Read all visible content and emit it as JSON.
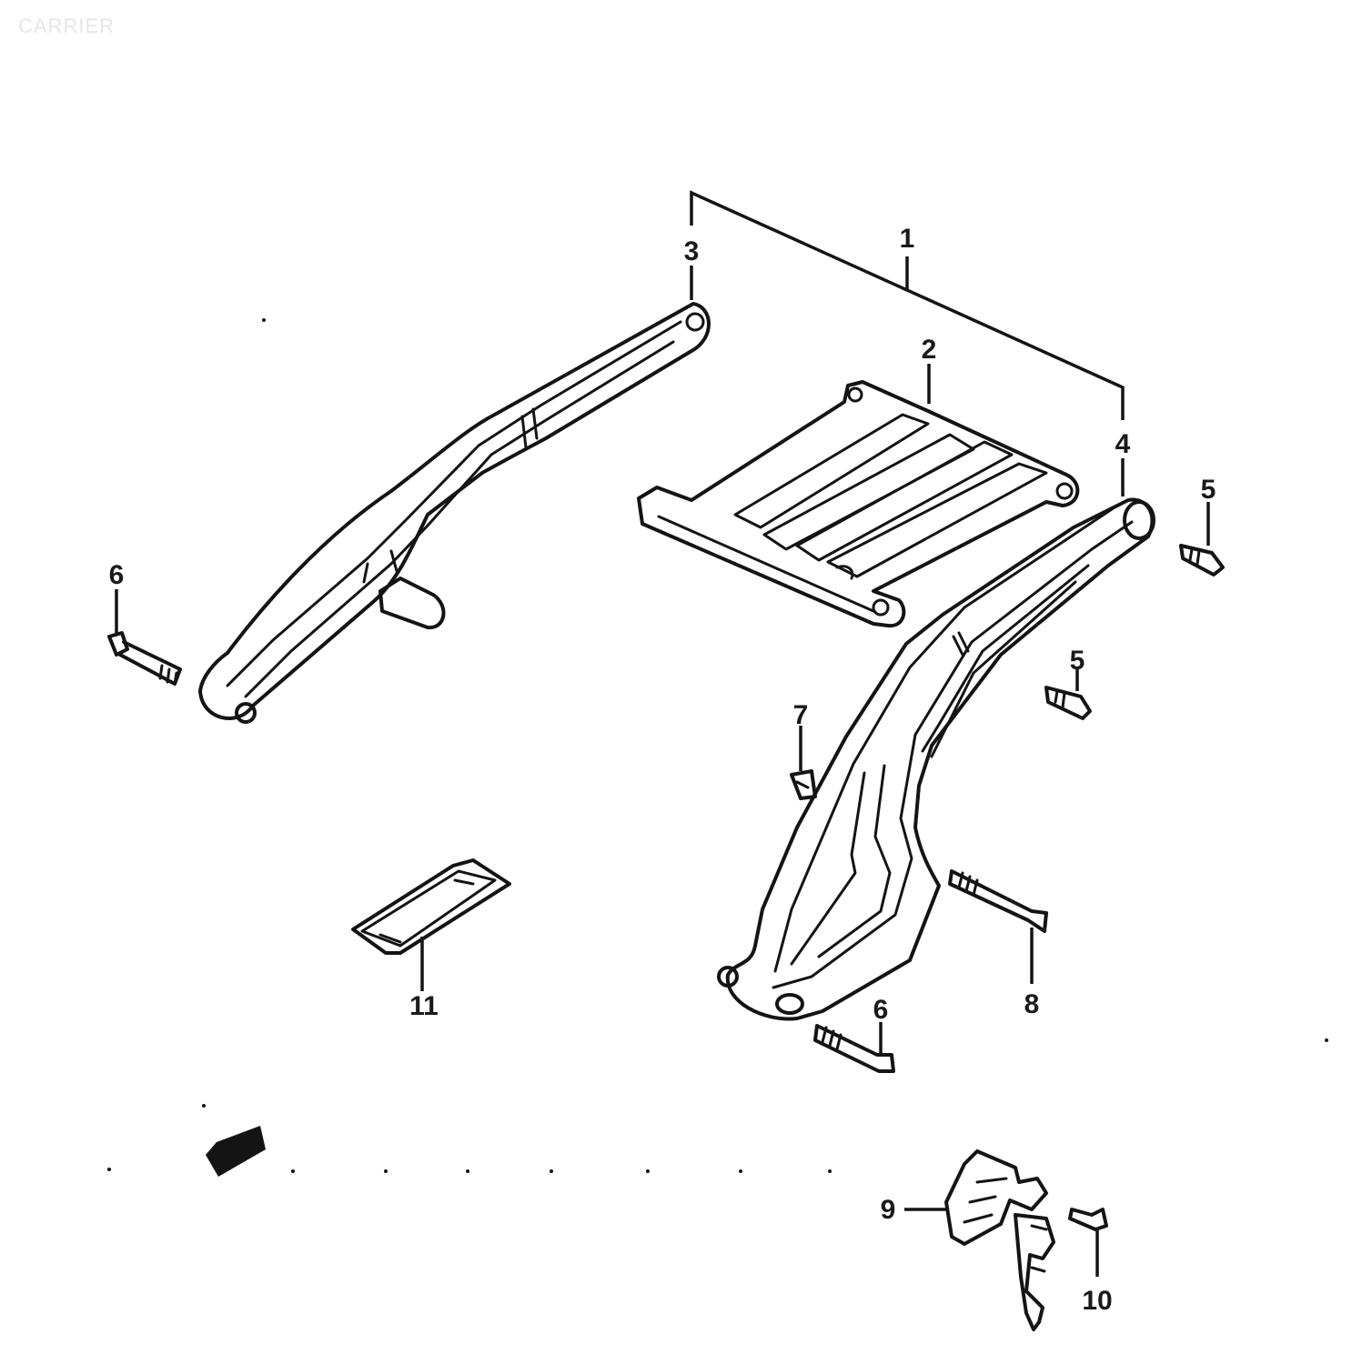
{
  "page_title": "CARRIER",
  "callouts": {
    "c1": "1",
    "c2": "2",
    "c3": "3",
    "c4": "4",
    "c5a": "5",
    "c5b": "5",
    "c6a": "6",
    "c6b": "6",
    "c7": "7",
    "c8": "8",
    "c9": "9",
    "c10": "10",
    "c11": "11"
  }
}
